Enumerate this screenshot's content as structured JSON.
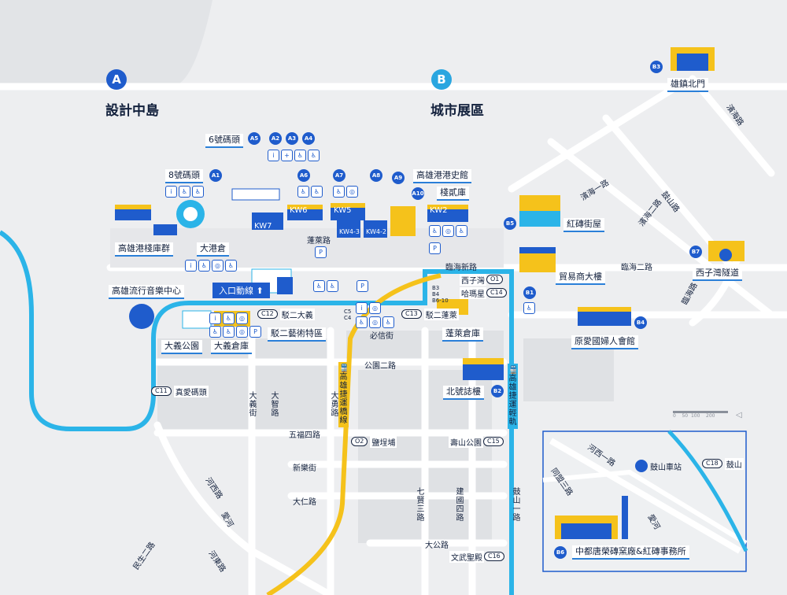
{
  "zones": [
    {
      "letter": "A",
      "title": "設計中島",
      "color": "#1f5ccc"
    },
    {
      "letter": "B",
      "title": "城市展區",
      "color": "#2aa6e0"
    }
  ],
  "colors": {
    "mrt_yellow": "#f5c21b",
    "lrt_cyan": "#2bb4e8",
    "accent_blue": "#1f5ccc",
    "road": "#ffffff",
    "land": "#edeef0",
    "block": "#dfe1e4"
  },
  "venues": {
    "a1": {
      "badge": "A1",
      "label": "8號碼頭"
    },
    "a2_a3_a4": {
      "badges": [
        "A5",
        "A2",
        "A3",
        "A4"
      ],
      "label": "6號碼頭"
    },
    "a6": {
      "badge": "A6"
    },
    "a7": {
      "badge": "A7"
    },
    "a8": {
      "badge": "A8"
    },
    "a9": {
      "badge": "A9",
      "label": "高雄港港史館"
    },
    "a10": {
      "badge": "A10",
      "label": "棧貳庫"
    },
    "warehouses": [
      "KW6",
      "KW5",
      "KW2",
      "KW7",
      "KW4-3",
      "KW4-2"
    ],
    "pengai_road": "蓬萊路",
    "kw_group": "高雄港棧庫群",
    "dagangcang": "大港倉",
    "music_center": "高雄流行音樂中心",
    "entrance": "入口動線",
    "dayi_park": "大義公園",
    "dayi_warehouse": "大義倉庫",
    "pier2_art": "駁二藝術特區",
    "pengai_warehouse": "蓬萊倉庫",
    "beihao": "北號誌樓",
    "b3": {
      "badge": "B3",
      "label": "雄鎮北門"
    },
    "b5": {
      "badge": "B5",
      "label": "紅磚街屋"
    },
    "b1": {
      "badge": "B1",
      "label": "貿易商大樓"
    },
    "b7": {
      "badge": "B7",
      "label": "西子灣隧道"
    },
    "b4": {
      "badge": "B4",
      "label": "原愛國婦人會館"
    },
    "b2": {
      "badge": "B2"
    },
    "b6": {
      "badge": "B6",
      "label": "中都唐榮磚窯廠&紅磚事務所"
    },
    "zone_b_codes": [
      "B3",
      "B4",
      "B6-10"
    ]
  },
  "stops": [
    {
      "code": "O1",
      "name": "西子灣"
    },
    {
      "code": "C14",
      "name": "哈瑪星"
    },
    {
      "code": "C13",
      "name": "駁二蓬萊"
    },
    {
      "code": "C12",
      "name": "駁二大義"
    },
    {
      "code": "C11",
      "name": "真愛碼頭"
    },
    {
      "code": "O2",
      "name": "鹽埕埔"
    },
    {
      "code": "C15",
      "name": "壽山公園"
    },
    {
      "code": "C16",
      "name": "文武聖殿"
    },
    {
      "code": "C18",
      "name": "鼓山"
    }
  ],
  "side_codes": {
    "c5": "C5",
    "c4": "C4"
  },
  "lines": {
    "mrt": "高雄捷運橋線",
    "lrt": "高雄捷運輕軌"
  },
  "streets": {
    "linhai_new": "臨海新路",
    "linhai_2": "臨海二路",
    "gushan_1": "濱海一路",
    "gushan_2": "濱海二路",
    "gushan_rd": "鼓山路",
    "linhai_road": "臨海路",
    "binhai": "濱海路",
    "bisin": "必信街",
    "gongyuan2": "公園二路",
    "dayi": "大義街",
    "dazhi": "大智路",
    "dayong": "大勇路",
    "wufu4": "五福四路",
    "xinle": "新樂街",
    "daren": "大仁路",
    "qixian3": "七賢三路",
    "jianguo4": "建國四路",
    "gushan1": "鼓山一路",
    "dagong": "大公路",
    "hexi": "河西路",
    "aihe": "愛河",
    "minsheng2": "民生二路",
    "hedong": "河東路",
    "inset_hexi1": "河西一路",
    "inset_tongmeng3": "同盟三路",
    "inset_aihe": "愛河",
    "gushan_station": "鼓山車站"
  },
  "scale": {
    "ticks": [
      "0",
      "50",
      "100",
      "200"
    ]
  }
}
